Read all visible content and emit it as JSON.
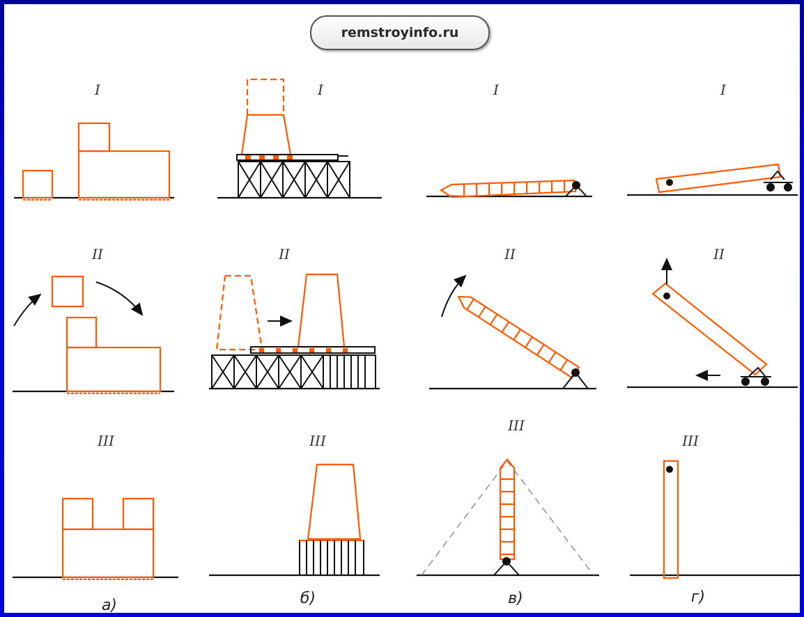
{
  "watermark": {
    "text": "remstroyinfo.ru"
  },
  "stage_labels": {
    "one": "I",
    "two": "II",
    "three": "III"
  },
  "captions": {
    "a": "а)",
    "b": "б)",
    "v": "в)",
    "g": "г)"
  },
  "colors": {
    "background_frame": "#0000cc",
    "panel": "#ffffff",
    "structure_orange": "#ff5a00",
    "ground_black": "#111111"
  }
}
